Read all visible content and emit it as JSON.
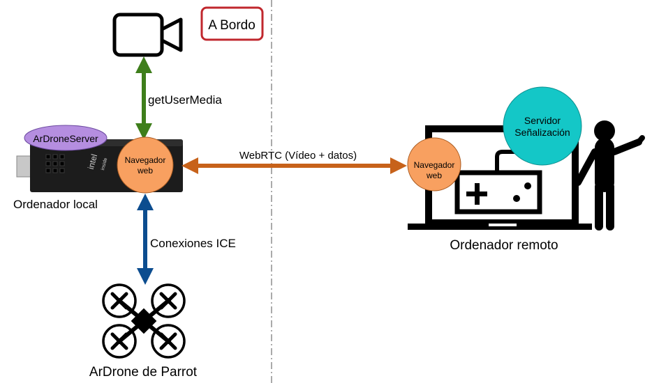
{
  "onboard_badge": {
    "label": "A Bordo",
    "color": "#c0272d"
  },
  "camera": {
    "icon": "video-camera-icon"
  },
  "local_computer": {
    "label": "Ordenador local",
    "server_label": "ArDroneServer",
    "browser_line1": "Navegador",
    "browser_line2": "web",
    "device_icon": "compute-stick-icon",
    "brand_text": "intel",
    "brand_subtext": "inside"
  },
  "links": {
    "camera_link": {
      "label": "getUserMedia",
      "color": "#3e7e1b"
    },
    "webrtc_link": {
      "label": "WebRTC (Vídeo + datos)",
      "color": "#c7621a"
    },
    "ice_link": {
      "label": "Conexiones ICE",
      "color": "#0c4d8f"
    }
  },
  "drone": {
    "label": "ArDrone de Parrot",
    "icon": "quadcopter-drone-icon"
  },
  "remote_computer": {
    "label": "Ordenador remoto",
    "browser_line1": "Navegador",
    "browser_line2": "web",
    "signaling_line1": "Servidor",
    "signaling_line2": "Señalización",
    "laptop_icon": "laptop-icon",
    "gamepad_icon": "gamepad-icon",
    "user_icon": "person-pointing-icon"
  },
  "colors": {
    "browser_fill": "#f8a060",
    "server_fill": "#b58ee0",
    "signaling_fill": "#14c7c7",
    "divider": "#555555"
  }
}
